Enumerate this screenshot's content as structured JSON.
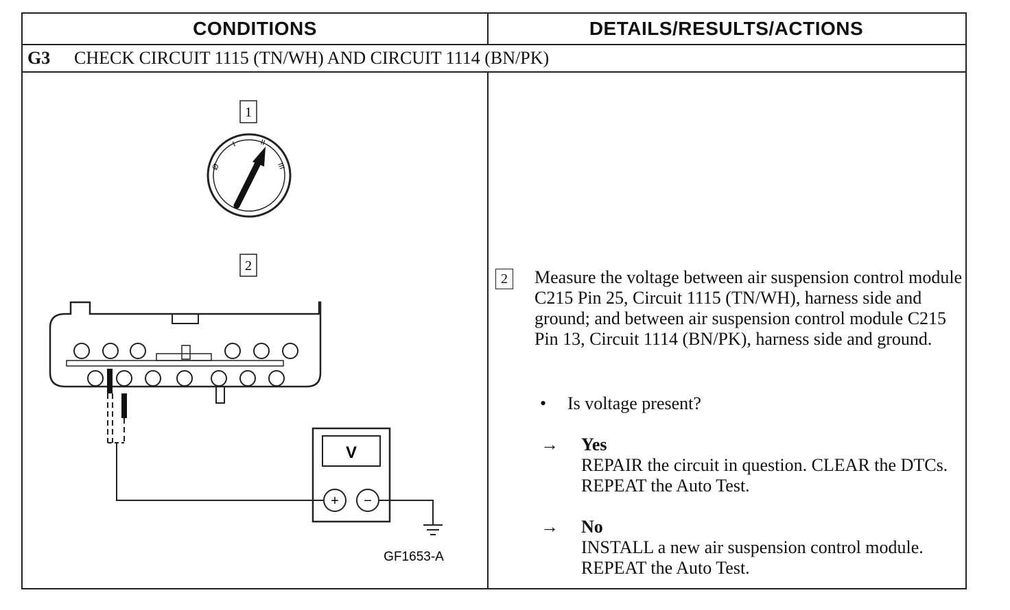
{
  "header": {
    "conditions": "CONDITIONS",
    "details": "DETAILS/RESULTS/ACTIONS"
  },
  "step": {
    "id": "G3",
    "title": "CHECK CIRCUIT 1115 (TN/WH) AND CIRCUIT 1114 (BN/PK)"
  },
  "figure": {
    "step1_label": "1",
    "step2_label": "2",
    "ignition_positions": [
      "Ø",
      "I",
      "II",
      "III"
    ],
    "meter_label": "V",
    "meter_plus": "+",
    "meter_minus": "−",
    "figure_id": "GF1653-A"
  },
  "details": {
    "step_label": "2",
    "instruction": "Measure the voltage between air suspension control module C215 Pin 25, Circuit 1115 (TN/WH), harness side and ground; and between air suspension control module C215 Pin 13, Circuit 1114 (BN/PK), harness side and ground.",
    "bullet": "•",
    "question": "Is voltage present?",
    "arrow": "→",
    "yes_label": "Yes",
    "yes_action": "REPAIR the circuit in question. CLEAR the DTCs. REPEAT the Auto Test.",
    "no_label": "No",
    "no_action": "INSTALL a new air suspension control module. REPEAT the Auto Test."
  }
}
